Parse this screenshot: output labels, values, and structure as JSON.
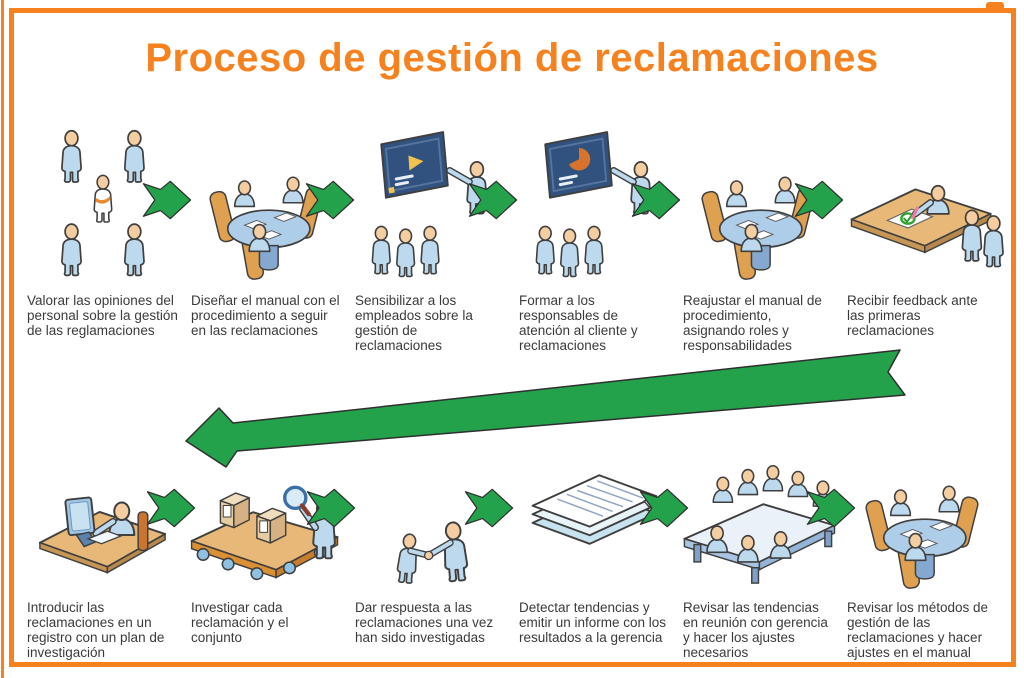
{
  "colors": {
    "accent_orange": "#F5821F",
    "arrow_green": "#23A24B",
    "arrow_outline": "#2F2F2F",
    "label_text": "#3A3A3A"
  },
  "title": {
    "text": "Proceso de gestión de reclamaciones"
  },
  "flow": {
    "top_row_direction": "left-to-right",
    "return_arrow_direction": "right-to-left",
    "bottom_row_direction": "left-to-right"
  },
  "top_row": {
    "steps": [
      {
        "label": "Valorar las opiniones del personal sobre la gestión de las reglamaciones",
        "icon": "people-group"
      },
      {
        "label": "Diseñar el manual con el procedimiento a seguir en las reclamaciones",
        "icon": "round-table"
      },
      {
        "label": "Sensibilizar a los empleados sobre la gestión de reclamaciones",
        "icon": "presentation-play"
      },
      {
        "label": "Formar a los responsables de atención al cliente y reclamaciones",
        "icon": "presentation-chart"
      },
      {
        "label": "Reajustar el manual de procedimiento, asignando roles y responsabilidades",
        "icon": "round-table"
      },
      {
        "label": "Recibir feedback ante las primeras reclamaciones",
        "icon": "feedback-desk"
      }
    ]
  },
  "bottom_row": {
    "steps": [
      {
        "label": "Introducir las reclamaciones en un registro con un plan de investigación",
        "icon": "computer-desk"
      },
      {
        "label": "Investigar cada reclamación y el conjunto",
        "icon": "inspect-conveyor"
      },
      {
        "label": "Dar respuesta a las reclamaciones una vez han sido investigadas",
        "icon": "handshake"
      },
      {
        "label": "Detectar tendencias y emitir un informe con los resultados a la gerencia",
        "icon": "papers-stack"
      },
      {
        "label": "Revisar las tendencias en reunión con gerencia y hacer los ajustes necesarios",
        "icon": "meeting-table"
      },
      {
        "label": "Revisar los métodos de gestión de las reclamaciones y hacer ajustes en el manual",
        "icon": "round-table"
      }
    ]
  }
}
